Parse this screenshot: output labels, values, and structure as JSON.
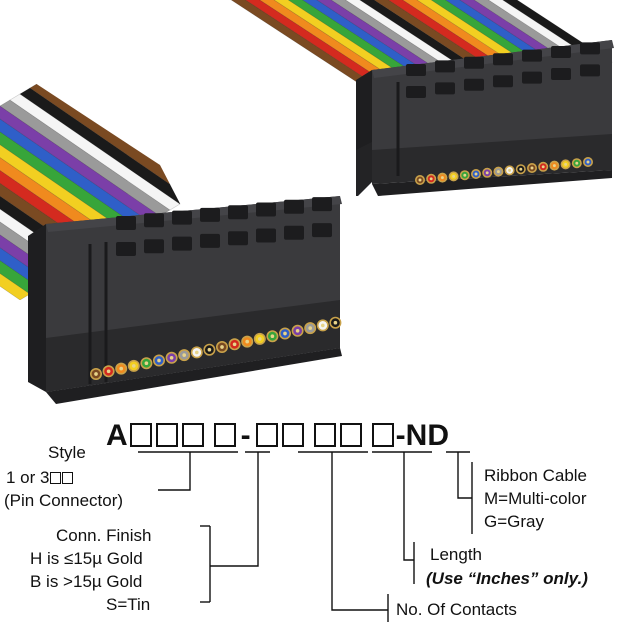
{
  "part_number": {
    "prefix": "A",
    "separator": "-",
    "suffix": "-ND"
  },
  "labels": {
    "style": "Style",
    "style_option": "1 or 3",
    "pin_connector": "(Pin Connector)",
    "conn_finish": "Conn. Finish",
    "finish_h": "H is ≤15µ Gold",
    "finish_b": "B is >15µ Gold",
    "finish_s": "S=Tin",
    "ribbon_cable": "Ribbon Cable",
    "ribbon_multi": "M=Multi-color",
    "ribbon_gray": "G=Gray",
    "length": "Length",
    "length_note": "(Use “Inches” only.)",
    "contacts": "No. Of Contacts"
  },
  "colors": {
    "connector_body": "#2b2b2e",
    "wires": [
      "#7a4a22",
      "#d42a1f",
      "#f08a1e",
      "#f2cf21",
      "#37a53a",
      "#2f5fc8",
      "#7b3fa8",
      "#9a9a9a",
      "#f5f5f5",
      "#1a1a1a"
    ]
  }
}
